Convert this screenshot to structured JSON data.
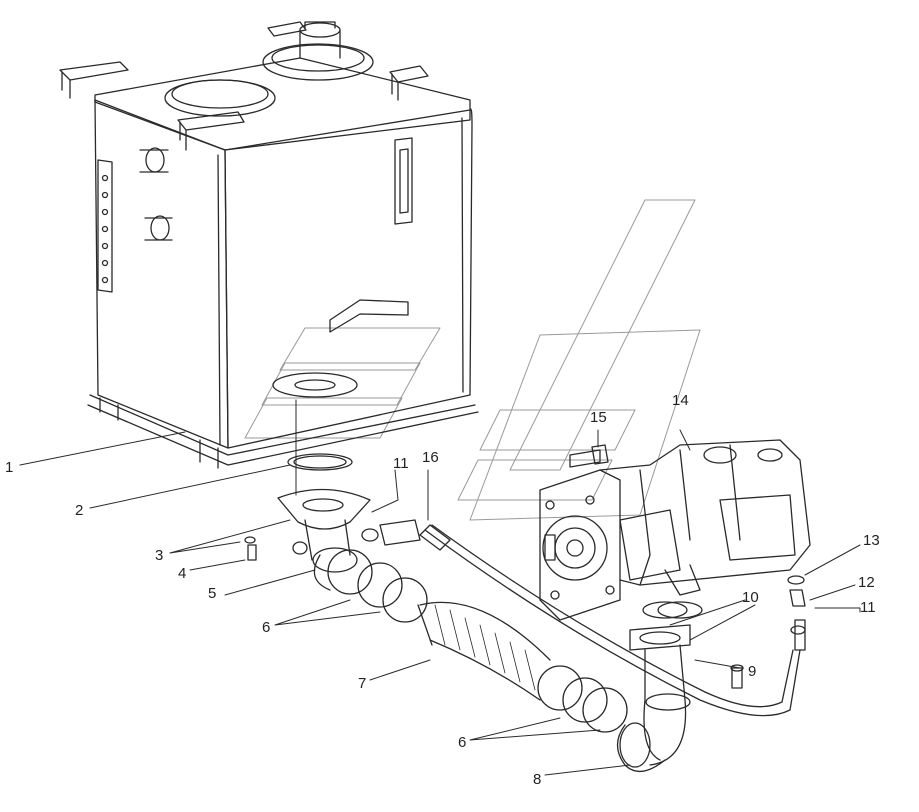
{
  "diagram": {
    "ink": "#2a2a2a",
    "watermark": "#9a9a9a",
    "labels": [
      {
        "id": "p1",
        "text": "1"
      },
      {
        "id": "p2",
        "text": "2"
      },
      {
        "id": "p3",
        "text": "3"
      },
      {
        "id": "p4",
        "text": "4"
      },
      {
        "id": "p5",
        "text": "5"
      },
      {
        "id": "p6a",
        "text": "6"
      },
      {
        "id": "p6b",
        "text": "6"
      },
      {
        "id": "p7",
        "text": "7"
      },
      {
        "id": "p8",
        "text": "8"
      },
      {
        "id": "p9",
        "text": "9"
      },
      {
        "id": "p10",
        "text": "10"
      },
      {
        "id": "p11a",
        "text": "11"
      },
      {
        "id": "p11b",
        "text": "11"
      },
      {
        "id": "p12",
        "text": "12"
      },
      {
        "id": "p13",
        "text": "13"
      },
      {
        "id": "p14",
        "text": "14"
      },
      {
        "id": "p15",
        "text": "15"
      },
      {
        "id": "p16",
        "text": "16"
      }
    ]
  }
}
